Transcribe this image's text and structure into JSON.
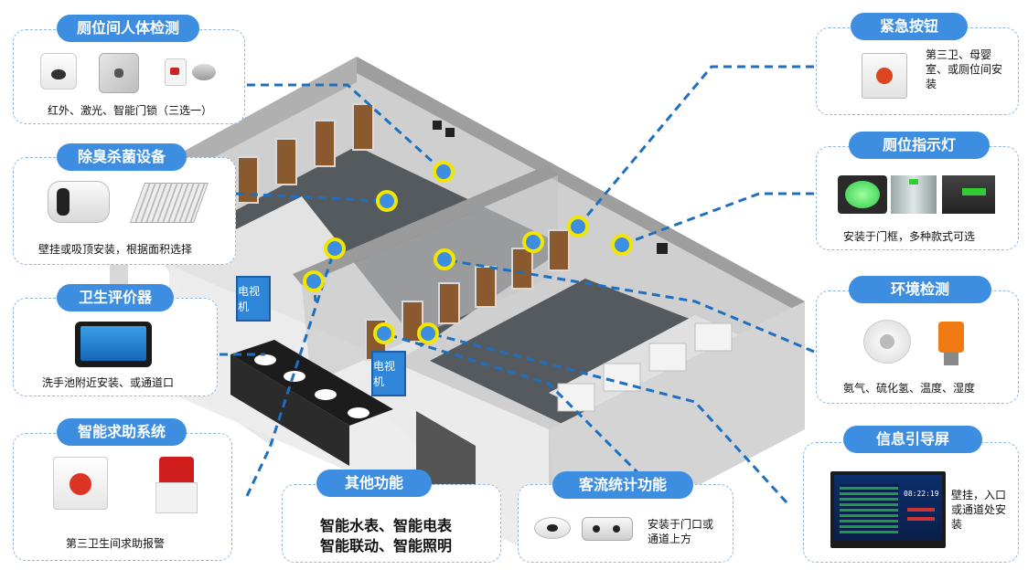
{
  "features": {
    "human_detection": {
      "title": "厕位间人体检测",
      "caption": "红外、激光、智能门锁（三选一）",
      "icons": [
        "infrared-sensor-icon",
        "laser-sensor-icon",
        "smart-lock-icon"
      ]
    },
    "deodorize": {
      "title": "除臭杀菌设备",
      "caption": "壁挂或吸顶安装，根据面积选择",
      "icons": [
        "wall-deodorizer-icon",
        "ceiling-deodorizer-icon"
      ]
    },
    "evaluator": {
      "title": "卫生评价器",
      "caption": "洗手池附近安装、或通道口",
      "icons": [
        "tablet-icon"
      ]
    },
    "help_system": {
      "title": "智能求助系统",
      "caption": "第三卫生间求助报警",
      "icons": [
        "help-button-icon",
        "alarm-light-icon"
      ]
    },
    "other": {
      "title": "其他功能",
      "line1": "智能水表、智能电表",
      "line2": "智能联动、智能照明"
    },
    "flow": {
      "title": "客流统计功能",
      "caption": "安装于门口或通道上方",
      "icons": [
        "people-counter-icon",
        "camera-counter-icon"
      ]
    },
    "emergency": {
      "title": "紧急按钮",
      "caption": "第三卫、母婴室、或厕位间安装",
      "icons": [
        "emergency-button-icon"
      ]
    },
    "indicator": {
      "title": "厕位指示灯",
      "caption": "安装于门框，多种款式可选",
      "icons": [
        "green-indicator-icon",
        "door-indicator-icon",
        "sign-indicator-icon"
      ]
    },
    "environment": {
      "title": "环境检测",
      "caption": "氨气、硫化氢、温度、湿度",
      "icons": [
        "smoke-detector-icon",
        "gas-detector-icon"
      ]
    },
    "info_screen": {
      "title": "信息引导屏",
      "caption": "壁挂，入口或通道处安装",
      "icons": [
        "info-screen-icon"
      ]
    }
  },
  "scene": {
    "tv_label_1": "电视机",
    "tv_label_2": "电视机",
    "screen_time": "08:22:19",
    "marker_colors": {
      "ring": "#f2e500",
      "fill": "#3d8ee0"
    },
    "line_color": "#1f6fc0"
  }
}
